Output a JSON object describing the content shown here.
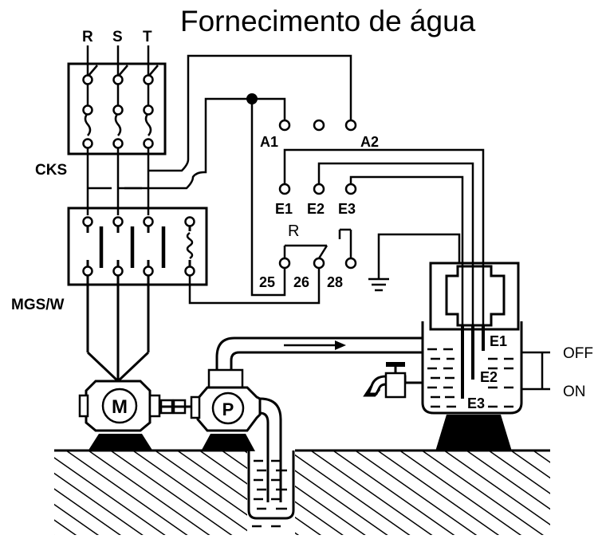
{
  "title": "Fornecimento de água",
  "phases": [
    "R",
    "S",
    "T"
  ],
  "components": {
    "breaker": "CKS",
    "contactor": "MGS/W",
    "motor": "M",
    "pump": "P"
  },
  "controller_terminals": {
    "power": [
      "A1",
      "A2"
    ],
    "electrodes": [
      "E1",
      "E2",
      "E3"
    ],
    "relay": [
      "25",
      "26",
      "28"
    ],
    "relay_label": "R"
  },
  "tank_electrodes": [
    "E1",
    "E2",
    "E3"
  ],
  "levels": {
    "off": "OFF",
    "on": "ON"
  }
}
